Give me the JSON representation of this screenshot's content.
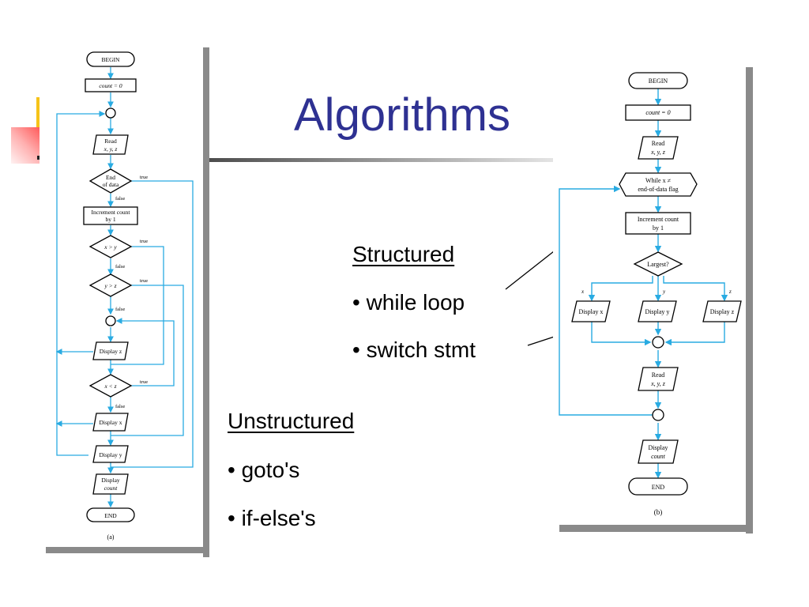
{
  "slide": {
    "title": "Algorithms",
    "title_color": "#2e3192",
    "accent_colors": {
      "yellow": "#f6c319",
      "red": "#ff5a5a",
      "flow_line": "#29abe2"
    }
  },
  "structured": {
    "heading": "Structured",
    "bullets": [
      "• while loop",
      "• switch stmt"
    ]
  },
  "unstructured": {
    "heading": "Unstructured",
    "bullets": [
      "• goto's",
      "• if-else's"
    ]
  },
  "flowchart_a": {
    "caption": "(a)",
    "begin": "BEGIN",
    "init": "count = 0",
    "read": [
      "Read",
      "x, y, z"
    ],
    "end_of_data": [
      "End",
      "of data"
    ],
    "increment": [
      "Increment count",
      "by 1"
    ],
    "cond_xy": "x > y",
    "cond_yz": "y > z",
    "cond_xz": "x < z",
    "display_z": "Display z",
    "display_x": "Display x",
    "display_y": "Display y",
    "display_count": [
      "Display",
      "count"
    ],
    "end": "END",
    "label_true": "true",
    "label_false": "false"
  },
  "flowchart_b": {
    "caption": "(b)",
    "begin": "BEGIN",
    "init": "count = 0",
    "read": [
      "Read",
      "x, y, z"
    ],
    "while": [
      "While x ≠",
      "end-of-data flag"
    ],
    "increment": [
      "Increment count",
      "by 1"
    ],
    "largest": "Largest?",
    "branch_labels": [
      "x",
      "y",
      "z"
    ],
    "display_x": "Display x",
    "display_y": "Display y",
    "display_z": "Display z",
    "read2": [
      "Read",
      "x, y, z"
    ],
    "display_count": [
      "Display",
      "count"
    ],
    "end": "END"
  }
}
